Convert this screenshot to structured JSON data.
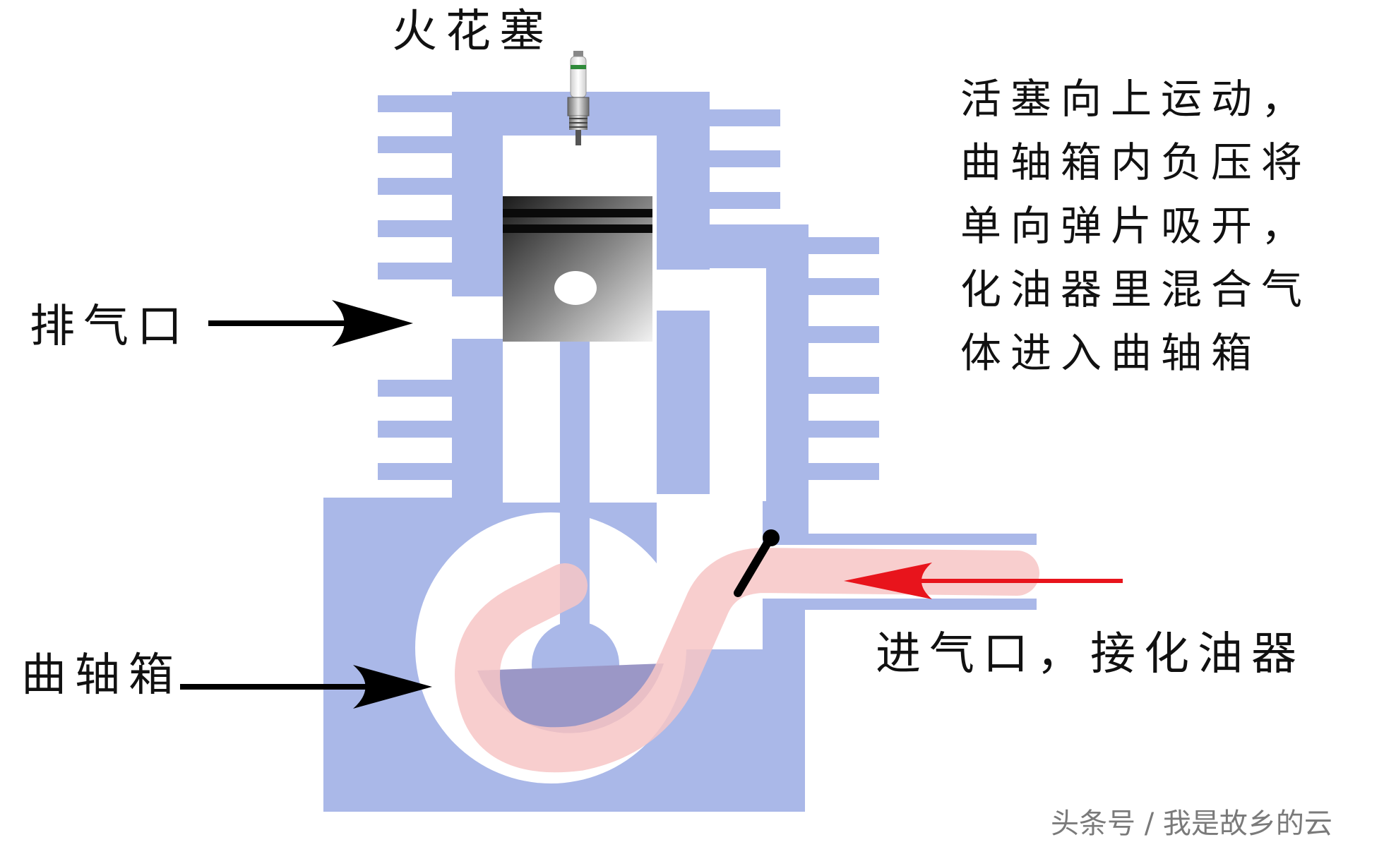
{
  "labels": {
    "spark_plug": "火花塞",
    "exhaust_port": "排气口",
    "crankcase": "曲轴箱",
    "intake_port": "进气口，接化油器"
  },
  "description": [
    "活塞向上运动，",
    "曲轴箱内负压将",
    "单向弹片吸开，",
    "化油器里混合气",
    "体进入曲轴箱"
  ],
  "watermark": "头条号 / 我是故乡的云",
  "colors": {
    "engine_body": "#aab8e8",
    "mixture_flow": "#f7c6c6",
    "intake_arrow": "#e8141c",
    "label_arrow": "#000000",
    "text": "#111111"
  },
  "icons": {
    "spark_plug": "spark-plug-icon",
    "piston": "piston",
    "reed_valve": "reed-valve"
  }
}
